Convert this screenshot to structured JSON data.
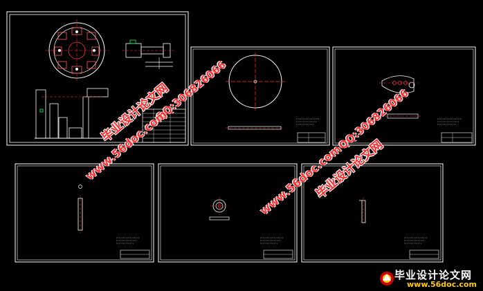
{
  "watermarks": {
    "site_name": "毕业设计论文网",
    "site_url": "www.56doc.com",
    "qq": "QQ:306826066"
  },
  "brand": {
    "title": "毕业设计论文网",
    "url": "www.56doc.com"
  },
  "colors": {
    "background": "#000000",
    "sheet_border": "#ffffff",
    "drawing_line": "#ffffff",
    "centerline": "#ff2020",
    "accent_green": "#00ff66",
    "watermark_red": "#ff2b2b",
    "brand_url": "#ffcc00"
  }
}
